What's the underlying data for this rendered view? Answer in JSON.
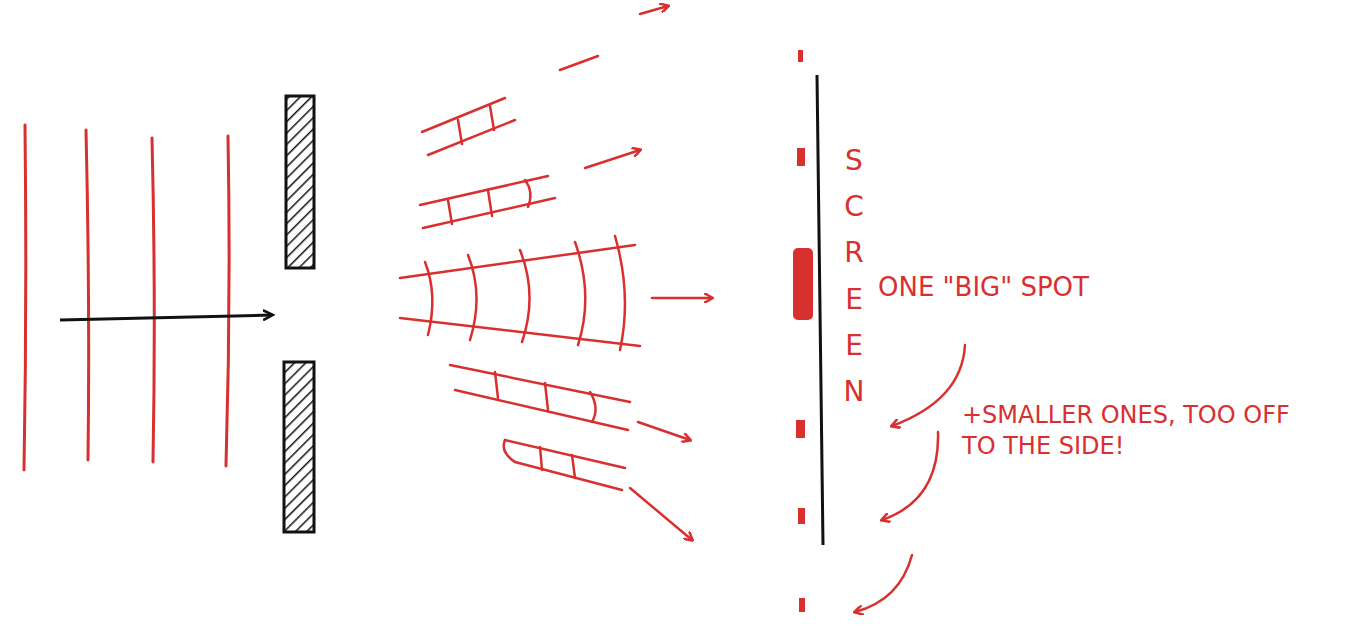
{
  "diagram": {
    "labels": [
      "SCREEN",
      "ONE \"BIG\" SPOT",
      "+SMALLER ONES, TOO OFF TO THE SIDE!"
    ]
  }
}
